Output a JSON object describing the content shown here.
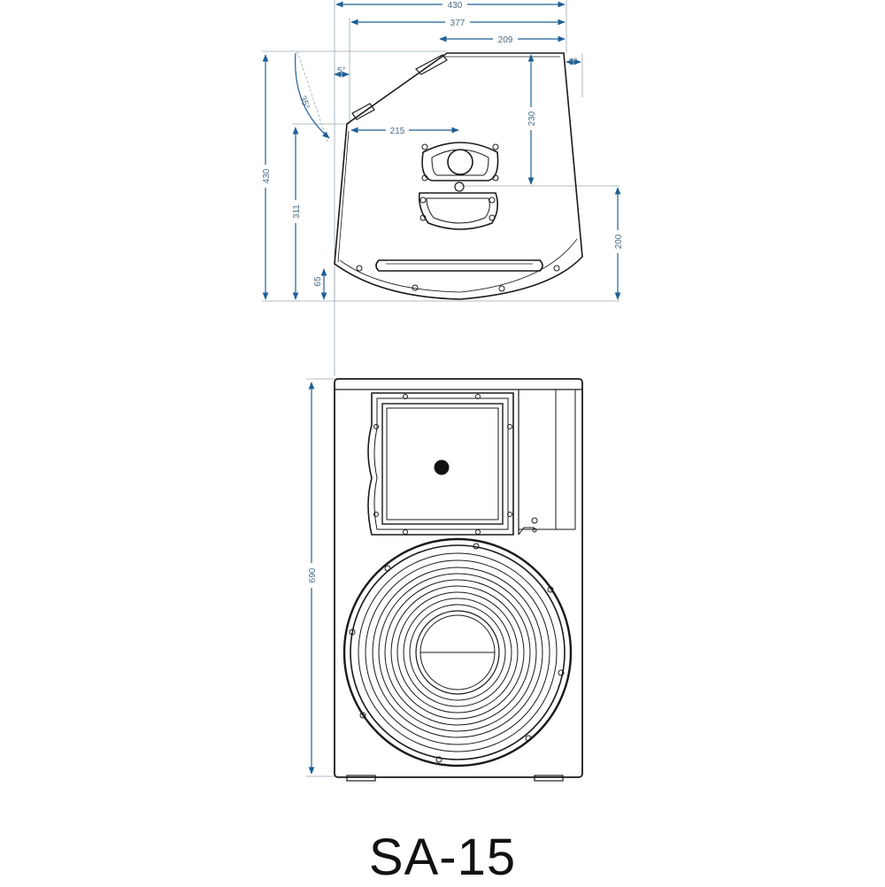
{
  "model_name": "SA-15",
  "colors": {
    "outline": "#1a1a1a",
    "dimension": "#3d6f96",
    "arrow": "#1f5f95",
    "leader": "#9aa8b3"
  },
  "side_view": {
    "dims": {
      "overall_depth": "430",
      "top_depth": "377",
      "tweeter_offset": "209",
      "rear_angle": "5°",
      "front_angle": "5°",
      "tilt_angle": "35°",
      "woofer_offset": "215",
      "tweeter_height": "230",
      "overall_height": "430",
      "front_height": "311",
      "lower_height": "200",
      "base_height": "65"
    }
  },
  "front_view": {
    "dims": {
      "height": "690"
    }
  }
}
